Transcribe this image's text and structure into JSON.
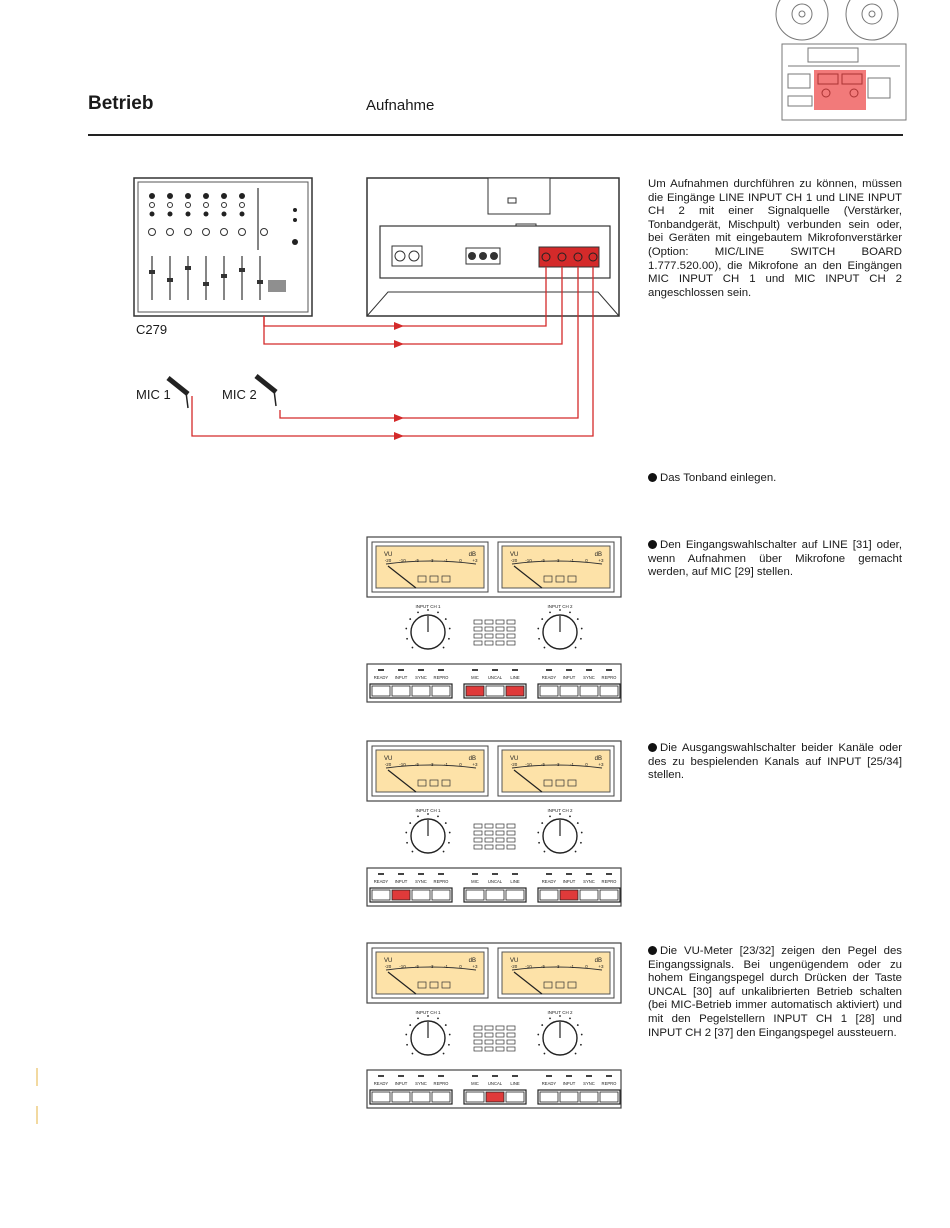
{
  "header": {
    "section_title": "Betrieb",
    "subsection_title": "Aufnahme"
  },
  "diagram": {
    "mixer_label": "C279",
    "mic1_label": "MIC 1",
    "mic2_label": "MIC 2"
  },
  "panel": {
    "vu_label": "VU",
    "db_label": "dB",
    "meter_scale": [
      "-20",
      "-10",
      "-5",
      "-3",
      "-1",
      "0",
      "+3"
    ],
    "knob_labels": [
      "INPUT CH 1",
      "INPUT CH 2"
    ],
    "buttons_left": [
      "READY",
      "INPUT",
      "SYNC",
      "REPRO"
    ],
    "buttons_center": [
      "MIC",
      "UNCAL",
      "LINE"
    ],
    "buttons_right": [
      "READY",
      "INPUT",
      "SYNC",
      "REPRO"
    ]
  },
  "paragraphs": {
    "p1": "Um Aufnahmen durchführen zu können, müssen die Eingänge LINE INPUT CH 1 und LINE INPUT CH 2 mit einer Signalquelle (Verstärker, Tonbandgerät, Mischpult) verbunden sein oder, bei Geräten mit eingebautem Mikrofonverstärker (Option: MIC/LINE SWITCH BOARD 1.777.520.00), die Mikrofone an den Eingängen MIC INPUT CH 1 und MIC INPUT CH 2 angeschlossen sein.",
    "p2": "Das Tonband einlegen.",
    "p3": "Den Eingangswahlschalter auf LINE [31] oder, wenn Aufnahmen über Mikrofone gemacht werden, auf MIC [29] stellen.",
    "p4": "Die Ausgangswahlschalter beider Kanäle oder des zu bespielenden Kanals auf INPUT [25/34] stellen.",
    "p5": "Die VU-Meter [23/32] zeigen den Pegel des Eingangssignals. Bei ungenügendem oder zu hohem Eingangspegel durch Drücken der Taste UNCAL [30] auf unkalibrierten Betrieb schalten (bei MIC-Betrieb immer automatisch aktiviert) und mit den Pegelstellern INPUT CH 1 [28] und INPUT CH 2 [37] den Eingangspegel aussteuern."
  },
  "colors": {
    "signal_red": "#d42a2a",
    "highlight_red": "#e03a3a",
    "meter_face": "#fde2a8",
    "thumbnail_highlight": "#f27a7a"
  }
}
